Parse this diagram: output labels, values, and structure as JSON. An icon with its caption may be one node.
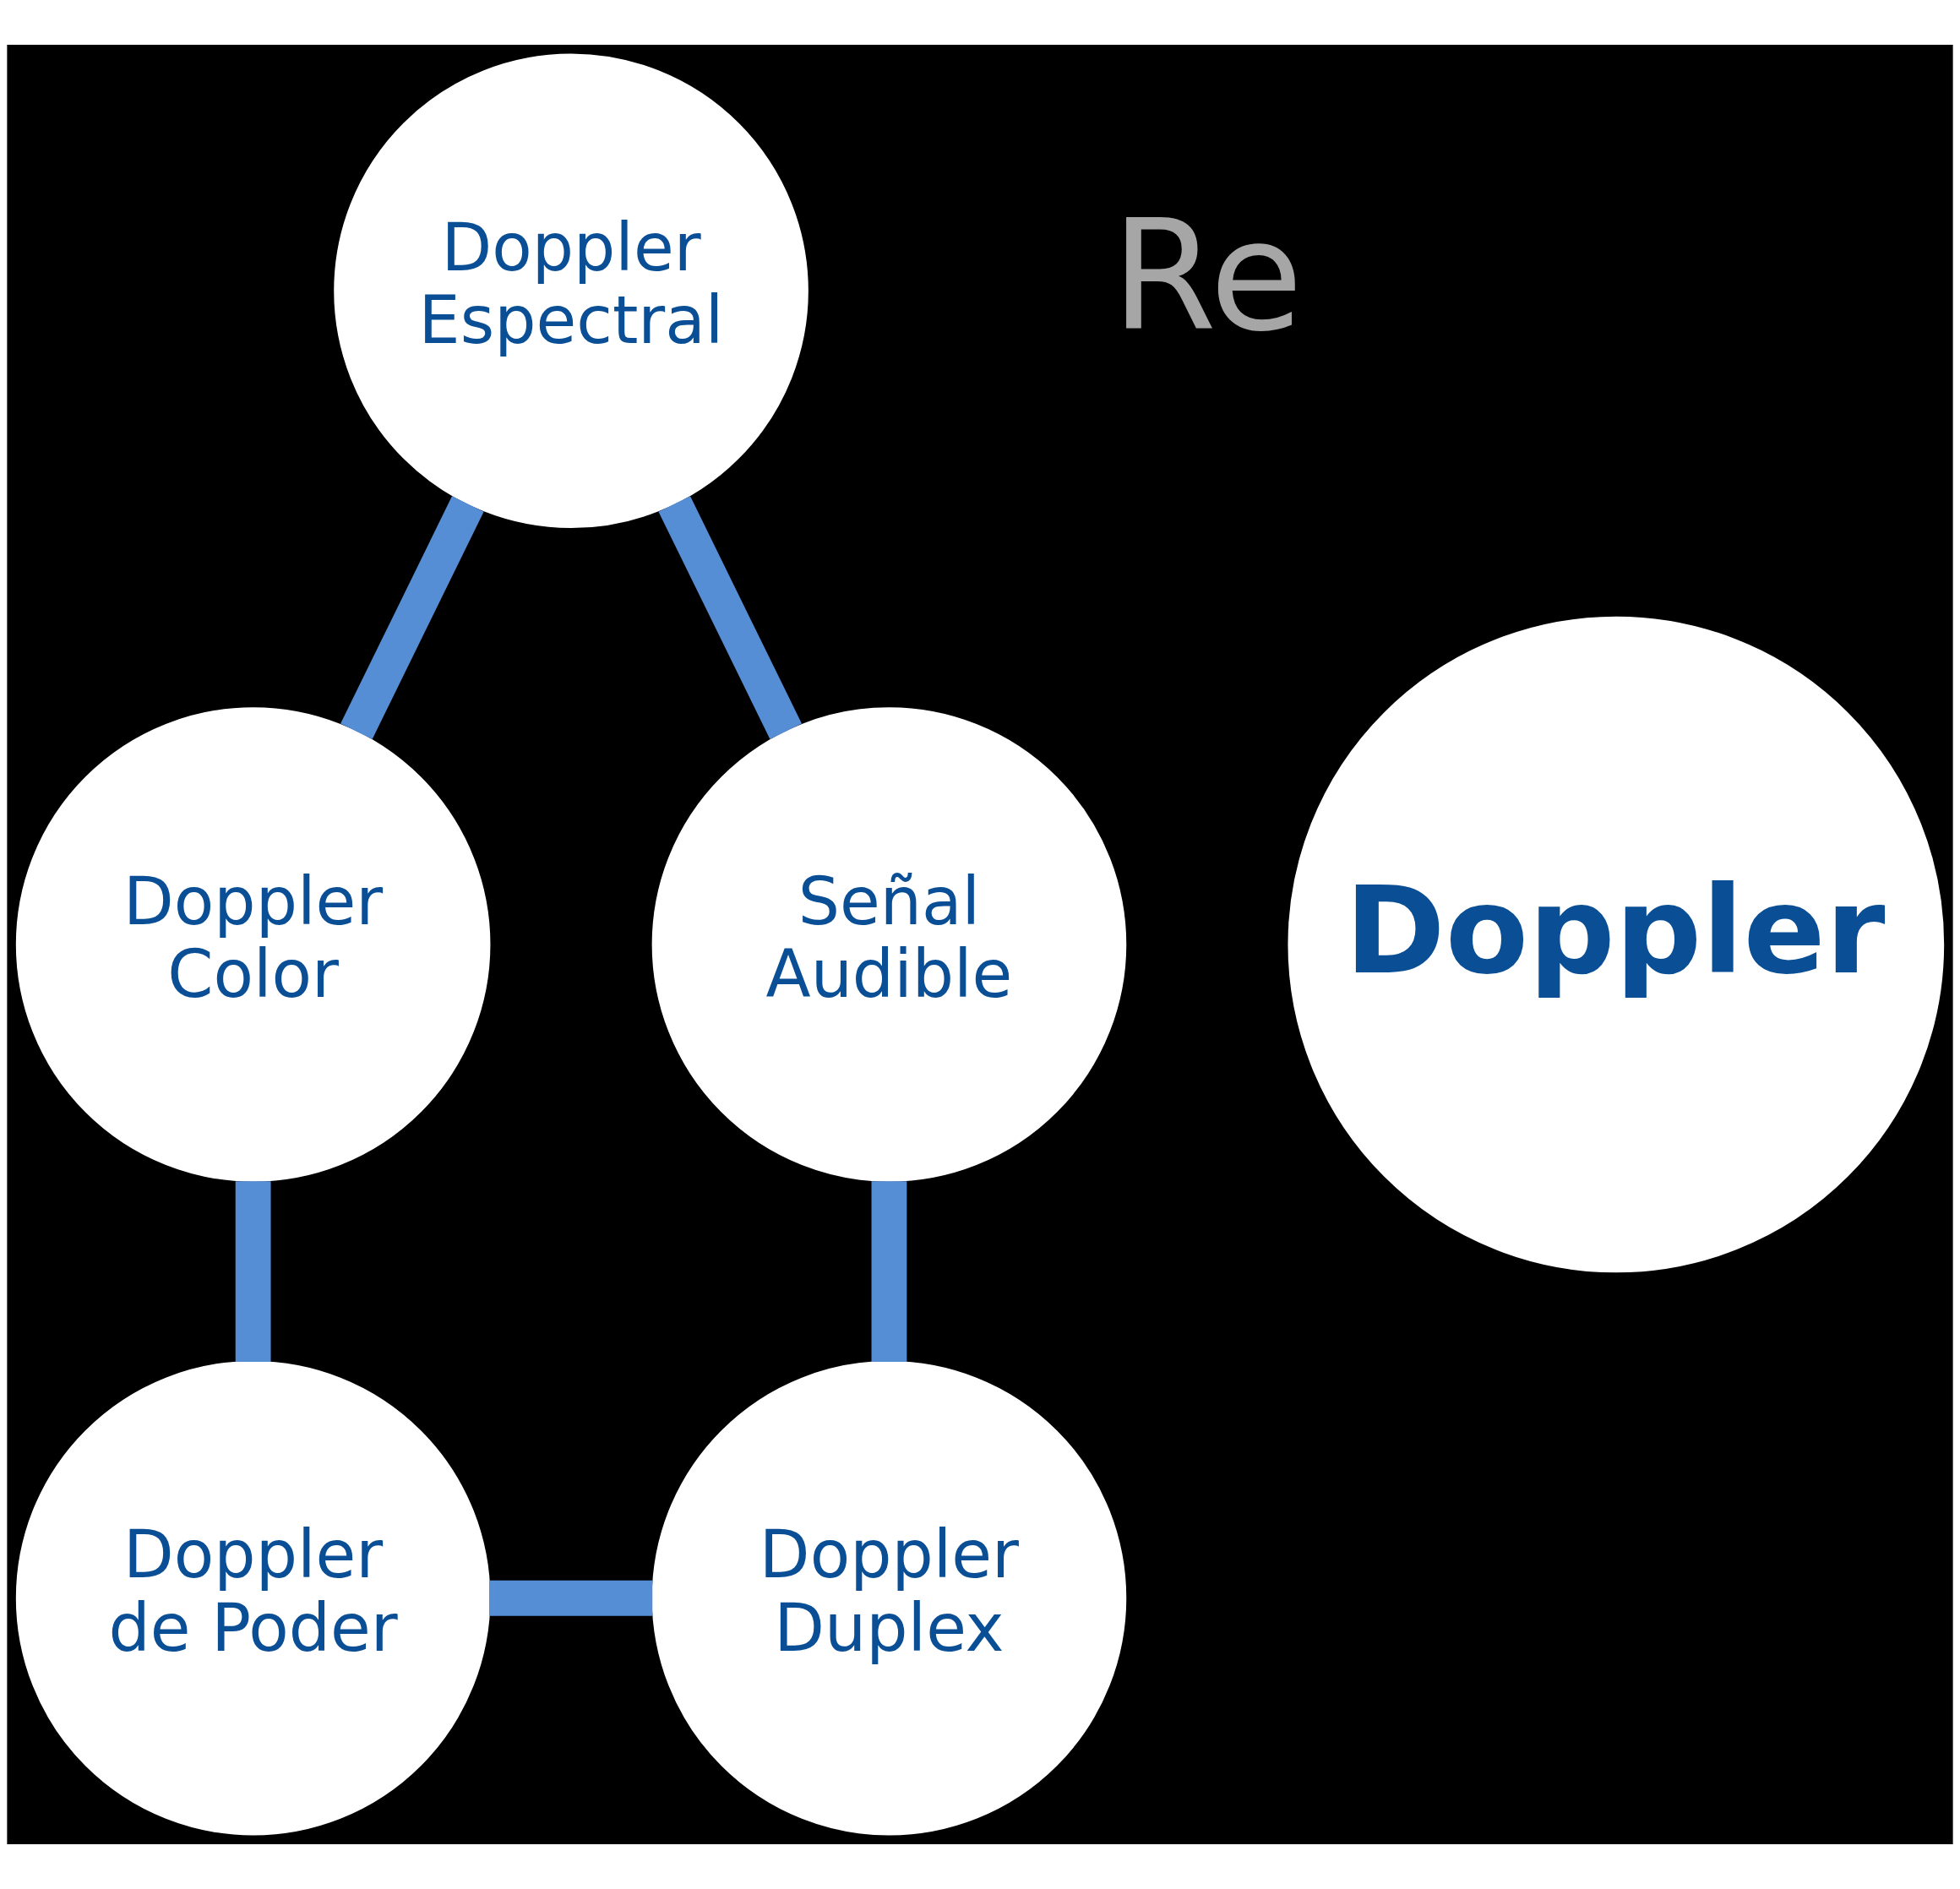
{
  "diagram": {
    "nodes": [
      {
        "text": [
          "Doppler Espectral"
        ]
      },
      {
        "text": [
          "Señal Audible"
        ]
      },
      {
        "text": [
          "Doppler"
        ]
      },
      {
        "text": [
          "Doppler Color"
        ]
      },
      {
        "text": [
          "Doppler Duplex"
        ]
      },
      {
        "text": [
          "Doppler de Poder"
        ]
      }
    ],
    "edges": [
      {
        "from": 0,
        "to": 3,
        "arrow": "none"
      },
      {
        "from": 3,
        "to": 5,
        "arrow": "none"
      },
      {
        "from": 5,
        "to": 4,
        "arrow": "none"
      },
      {
        "from": 4,
        "to": 1,
        "arrow": "none"
      },
      {
        "from": 1,
        "to": 0,
        "arrow": "none"
      }
    ],
    "labels": [
      "Re"
    ]
  }
}
